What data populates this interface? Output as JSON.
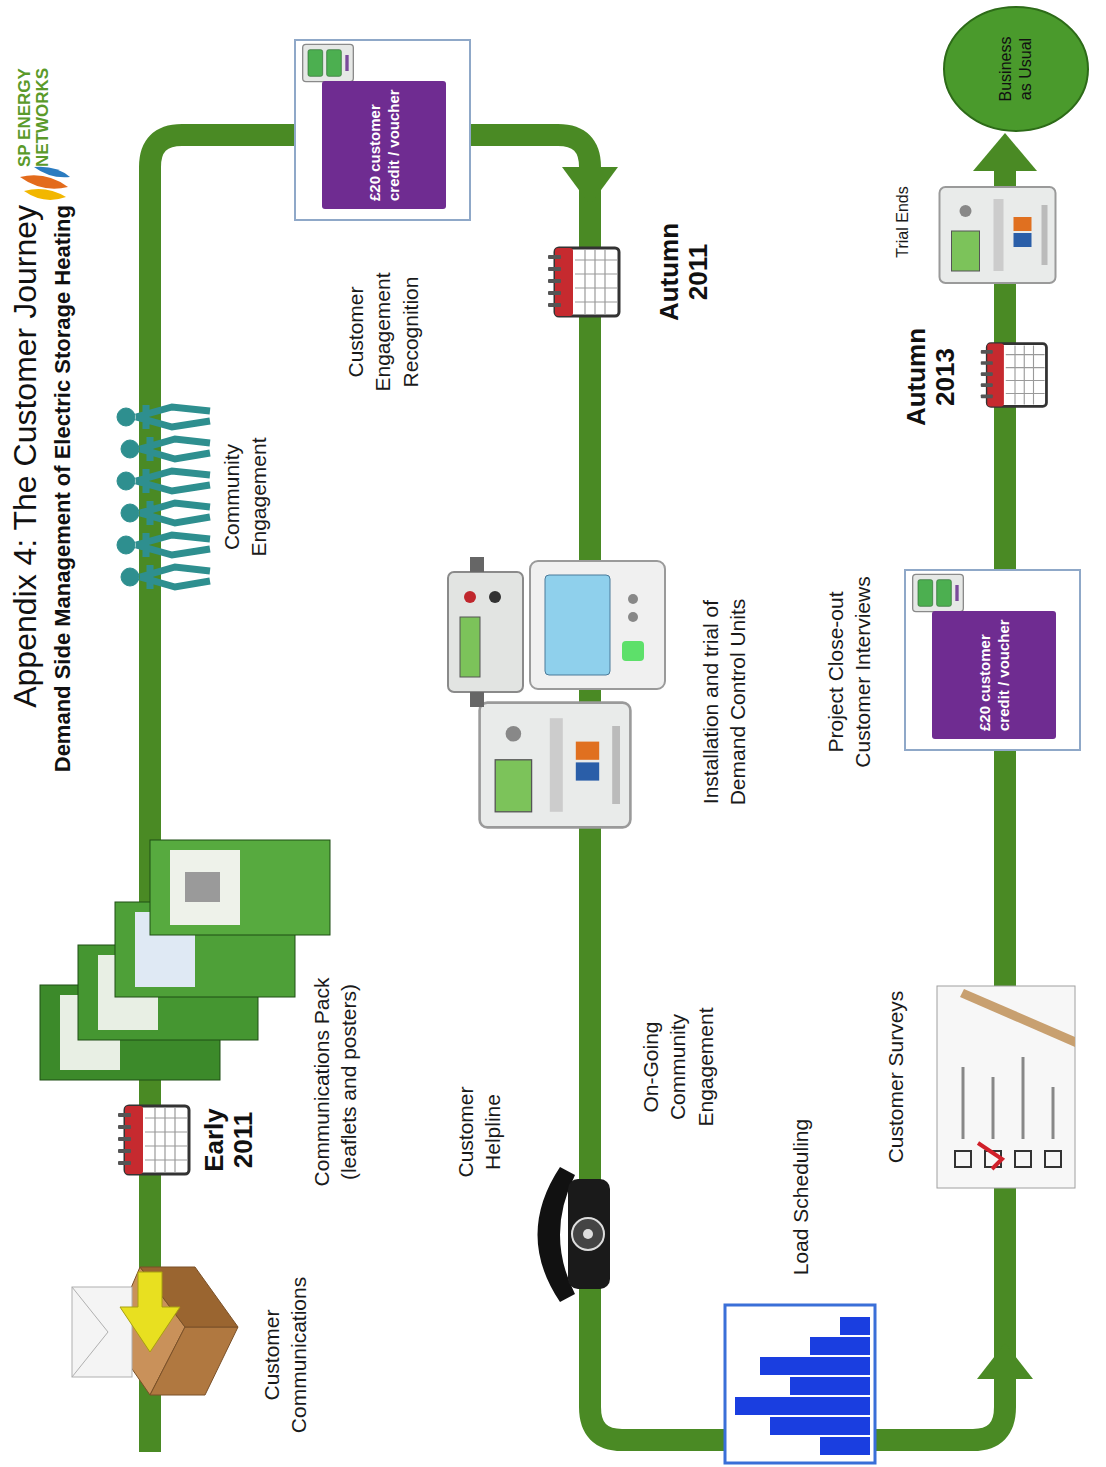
{
  "diagram": {
    "title": "Appendix 4: The Customer Journey",
    "nodes": [
      {
        "text": [
          "£20 customer credit / voucher"
        ]
      },
      {
        "text": [
          "£20 customer credit / voucher"
        ]
      },
      {
        "text": [
          "Business as Usual"
        ]
      }
    ],
    "labels": [
      "Demand Side Management of Electric Storage Heating",
      "SP ENERGY NETWORKS",
      "Customer Communications",
      "Early 2011",
      "Communications Pack (leaflets and posters)",
      "Community Engagement",
      "Customer Engagement Recognition",
      "Autumn 2011",
      "Customer Helpline",
      "On-Going Community Engagement",
      "Installation and trial of Demand Control Units",
      "Load Scheduling",
      "Customer Surveys",
      "Project Close-out Customer Interviews",
      "Autumn 2013",
      "Trial Ends"
    ]
  }
}
